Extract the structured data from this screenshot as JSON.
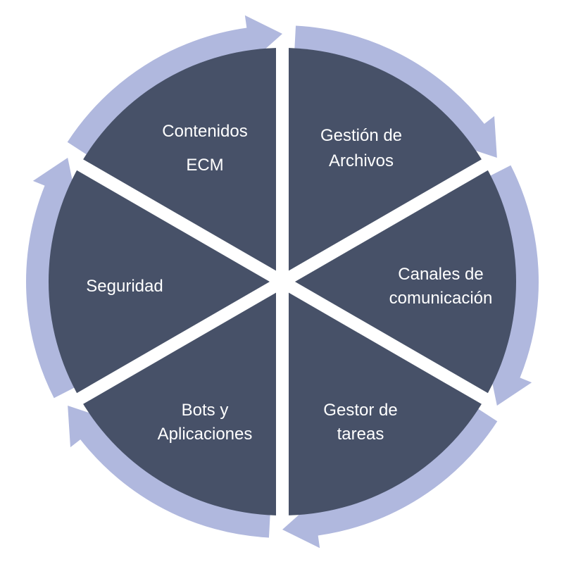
{
  "colors": {
    "segment_fill": "#475168",
    "arrow_fill": "#b0b8de",
    "gap": "#ffffff",
    "label": "#ffffff",
    "background": "#ffffff"
  },
  "segments": [
    {
      "id": "gestion",
      "lines": [
        "Gestión de",
        "Archivos"
      ]
    },
    {
      "id": "canales",
      "lines": [
        "Canales de",
        "comunicación"
      ]
    },
    {
      "id": "gestor",
      "lines": [
        "Gestor de",
        "tareas"
      ]
    },
    {
      "id": "bots",
      "lines": [
        "Bots y",
        "Aplicaciones"
      ]
    },
    {
      "id": "seguridad",
      "lines": [
        "Seguridad"
      ]
    },
    {
      "id": "contenidos",
      "lines": [
        "Contenidos",
        "ECM"
      ]
    }
  ]
}
